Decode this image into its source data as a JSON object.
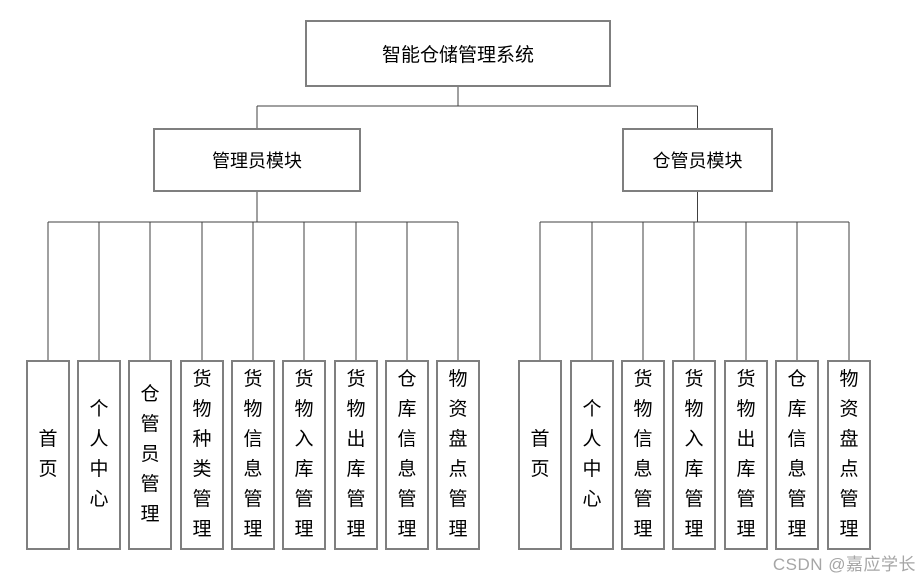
{
  "root": {
    "label": "智能仓储管理系统"
  },
  "modules": [
    {
      "label": "管理员模块",
      "children": [
        "首页",
        "个人中心",
        "仓管员管理",
        "货物种类管理",
        "货物信息管理",
        "货物入库管理",
        "货物出库管理",
        "仓库信息管理",
        "物资盘点管理"
      ]
    },
    {
      "label": "仓管员模块",
      "children": [
        "首页",
        "个人中心",
        "货物信息管理",
        "货物入库管理",
        "货物出库管理",
        "仓库信息管理",
        "物资盘点管理"
      ]
    }
  ],
  "watermark": "CSDN @嘉应学长",
  "colors": {
    "background": "#ffffff",
    "box_border": "#7f7f7f",
    "line": "#404040",
    "text": "#000000",
    "watermark": "#a6a6a6"
  }
}
